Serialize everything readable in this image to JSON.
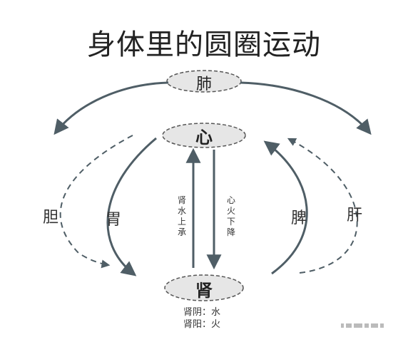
{
  "title": "身体里的圆圈运动",
  "nodes": {
    "lung": "肺",
    "heart": "心",
    "kidney": "肾"
  },
  "side_labels": {
    "gallbladder": "胆",
    "stomach": "胃",
    "spleen": "脾",
    "liver": "肝"
  },
  "vertical_text": {
    "left": "肾水上承",
    "right": "心火下降"
  },
  "notes": {
    "line1": "肾阴：水",
    "line2": "肾阳：火"
  },
  "colors": {
    "arrow": "#4f5e66",
    "ellipse_fill": "#e6e6e6",
    "ellipse_stroke": "#555555"
  }
}
